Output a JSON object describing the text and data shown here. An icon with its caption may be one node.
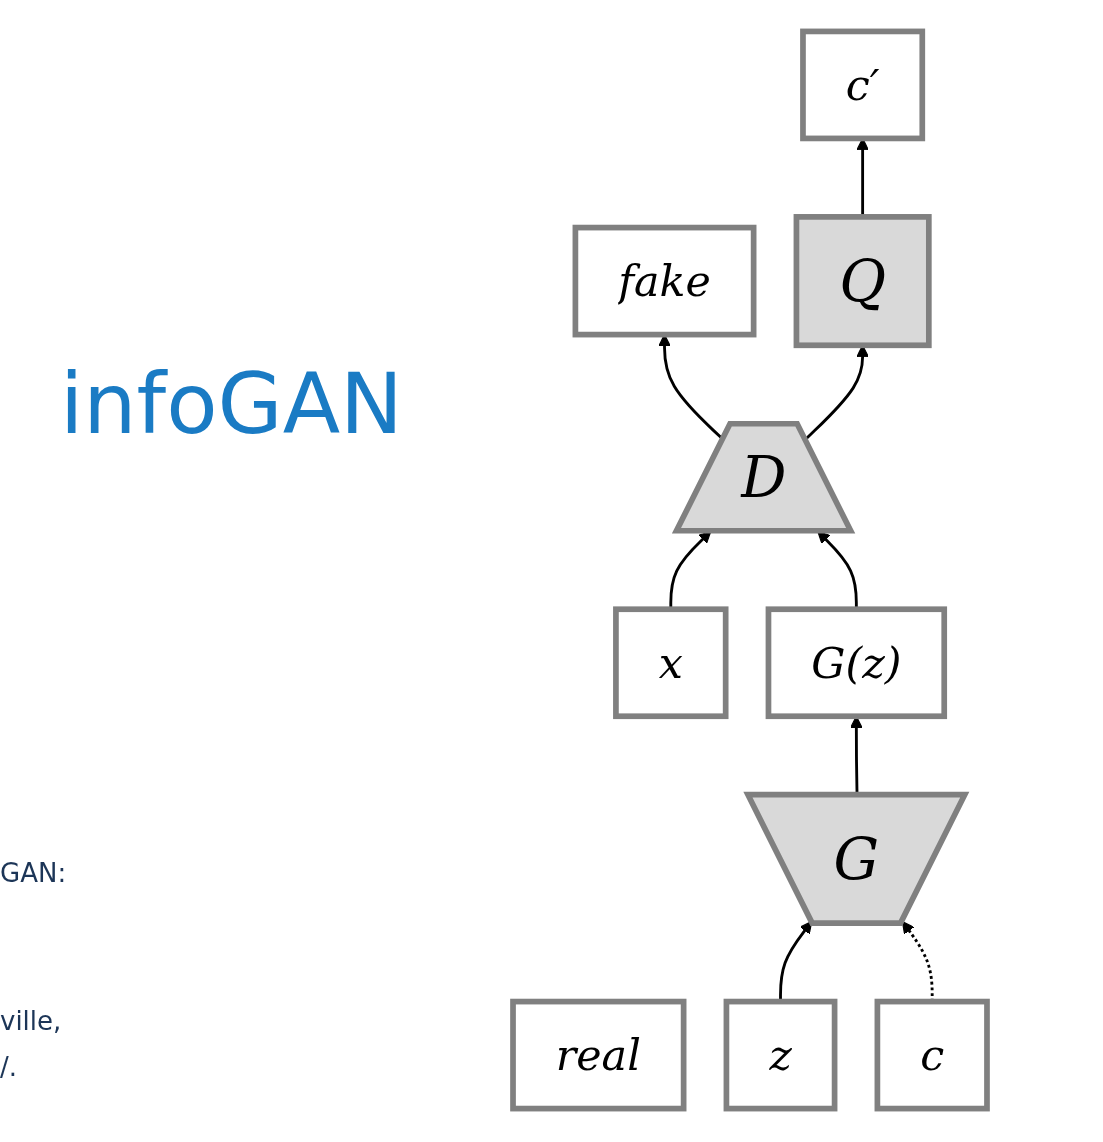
{
  "diagram": {
    "nodes": [
      {
        "text": [
          "real"
        ]
      },
      {
        "text": [
          "fake"
        ]
      },
      {
        "text": [
          "c′"
        ]
      },
      {
        "text": [
          "Q"
        ]
      },
      {
        "text": [
          "D"
        ]
      },
      {
        "text": [
          "x"
        ]
      },
      {
        "text": [
          "G(z)"
        ]
      },
      {
        "text": [
          "G"
        ]
      },
      {
        "text": [
          "z"
        ]
      },
      {
        "text": [
          "c"
        ]
      }
    ],
    "edges": [
      {
        "from": 4,
        "to": 1,
        "arrow": "to"
      },
      {
        "from": 4,
        "to": 3,
        "arrow": "to"
      },
      {
        "from": 3,
        "to": 2,
        "arrow": "to"
      },
      {
        "from": 5,
        "to": 4,
        "arrow": "to"
      },
      {
        "from": 6,
        "to": 4,
        "arrow": "to"
      },
      {
        "from": 7,
        "to": 6,
        "arrow": "to"
      },
      {
        "from": 8,
        "to": 7,
        "arrow": "to"
      },
      {
        "from": 9,
        "to": 7,
        "arrow": "to",
        "style": "dashed"
      }
    ],
    "labels": [
      "infoGAN",
      "GAN:",
      "ville,",
      "/."
    ]
  }
}
